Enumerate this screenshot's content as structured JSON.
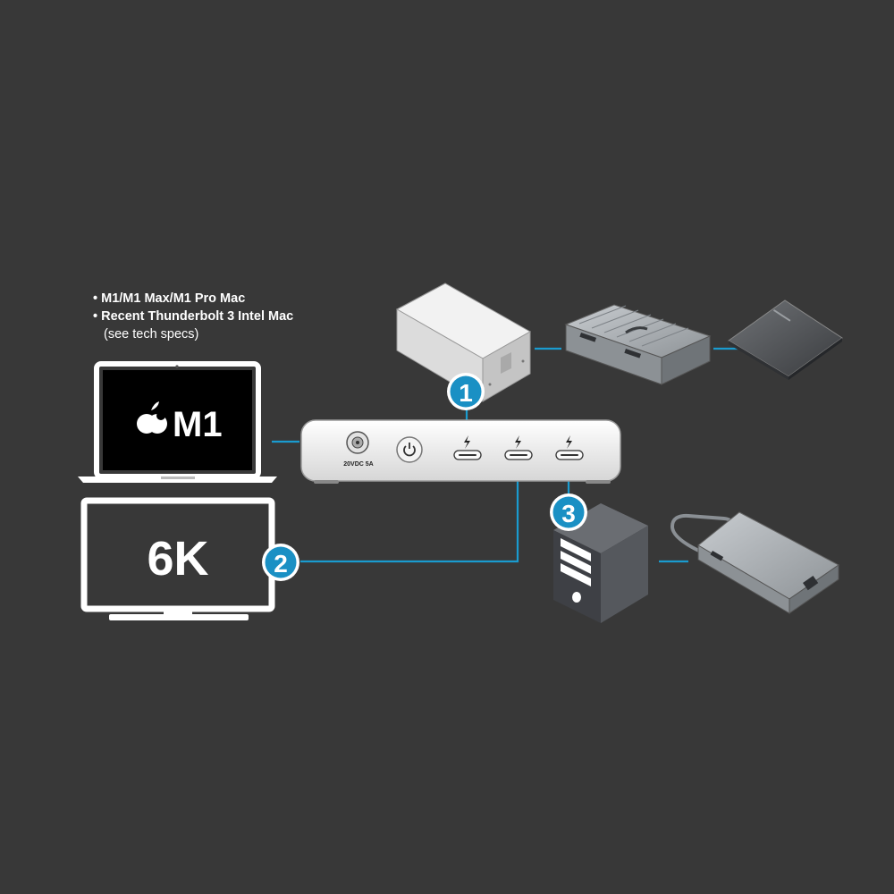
{
  "requirements": {
    "items": [
      "M1/M1 Max/M1 Pro Mac",
      "Recent Thunderbolt 3 Intel Mac"
    ],
    "note": "(see tech specs)"
  },
  "laptop": {
    "logo_icon": "apple-logo-icon",
    "label": "M1"
  },
  "monitor": {
    "label": "6K"
  },
  "dock": {
    "power_label": "20VDC 5A",
    "ports": [
      "power-jack",
      "power-button",
      "thunderbolt-port-1",
      "thunderbolt-port-2",
      "thunderbolt-port-3"
    ]
  },
  "callouts": [
    "1",
    "2",
    "3"
  ],
  "colors": {
    "background": "#383838",
    "connector": "#1a9bcf",
    "callout_fill": "#1a90c4",
    "device_outline": "#ffffff",
    "tower": "#4a4d52"
  }
}
